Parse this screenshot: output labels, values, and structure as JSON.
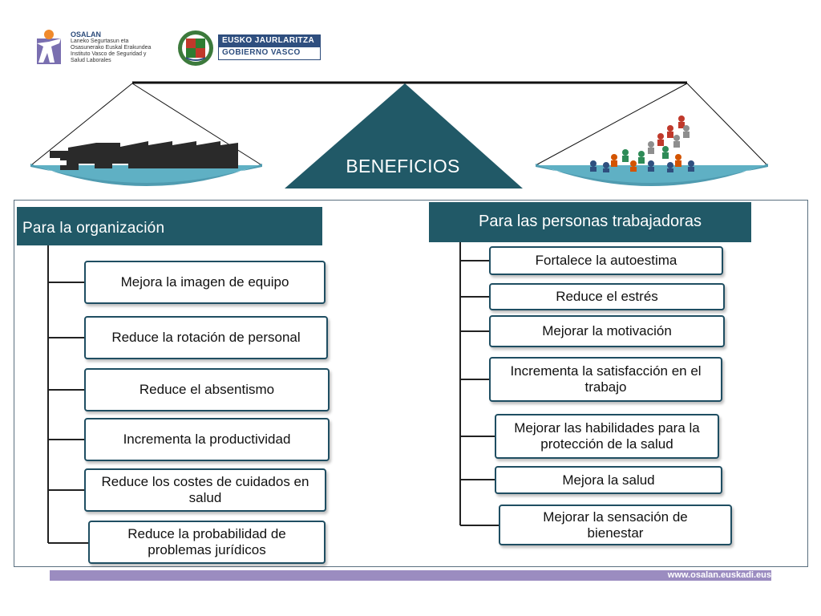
{
  "header": {
    "osalan": {
      "name": "OSALAN",
      "lines": [
        "Laneko Segurtasun eta",
        "Osasunerako Euskal Erakundea",
        "Instituto Vasco de Seguridad y",
        "Salud Laborales"
      ]
    },
    "gobierno": {
      "line1": "EUSKO JAURLARITZA",
      "line2": "GOBIERNO VASCO"
    }
  },
  "scale": {
    "center_label": "BENEFICIOS",
    "pan_color": "#4f9bb0",
    "triangle_color": "#215967"
  },
  "organizacion": {
    "title": "Para  la organización",
    "items": [
      "Mejora la imagen de equipo",
      "Reduce la rotación de personal",
      "Reduce el absentismo",
      "Incrementa la productividad",
      "Reduce los costes de cuidados en salud",
      "Reduce la probabilidad de problemas jurídicos"
    ]
  },
  "personas": {
    "title": "Para las personas trabajadoras",
    "items": [
      "Fortalece la autoestima",
      "Reduce el estrés",
      "Mejorar la motivación",
      "Incrementa la satisfacción en el trabajo",
      "Mejorar las habilidades para la protección de la salud",
      "Mejora la salud",
      "Mejorar la sensación de bienestar"
    ]
  },
  "footer": {
    "url": "www.osalan.euskadi.eus",
    "bar_color": "#9b8cc0"
  }
}
